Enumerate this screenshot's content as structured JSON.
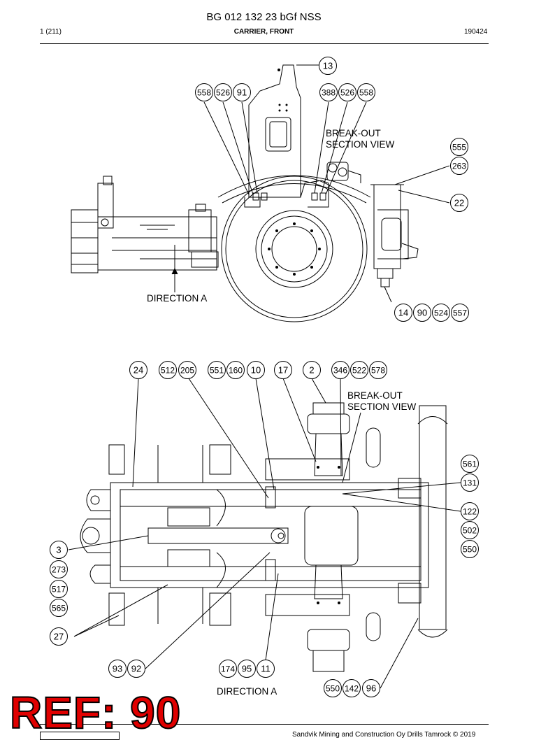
{
  "header": {
    "title": "BG 012 132 23 bGf NSS",
    "page": "1 (211)",
    "section": "CARRIER, FRONT",
    "code": "190424"
  },
  "labels": {
    "breakout_top": [
      "BREAK-OUT",
      "SECTION VIEW"
    ],
    "direction_top": "DIRECTION A",
    "breakout_bottom": [
      "BREAK-OUT",
      "SECTION VIEW"
    ],
    "direction_bottom": "DIRECTION A"
  },
  "callouts": {
    "top": [
      "13",
      "558",
      "526",
      "91",
      "388",
      "526",
      "558",
      "555",
      "263",
      "22",
      "14",
      "90",
      "524",
      "557"
    ],
    "bottom": [
      "24",
      "512",
      "205",
      "551",
      "160",
      "10",
      "17",
      "2",
      "346",
      "522",
      "578",
      "561",
      "131",
      "122",
      "502",
      "550",
      "3",
      "273",
      "517",
      "565",
      "27",
      "93",
      "92",
      "174",
      "95",
      "11",
      "550",
      "142",
      "96"
    ]
  },
  "ref_stamp": "REF: 90",
  "footer": "Sandvik Mining and Construction Oy Drills Tamrock © 2019"
}
